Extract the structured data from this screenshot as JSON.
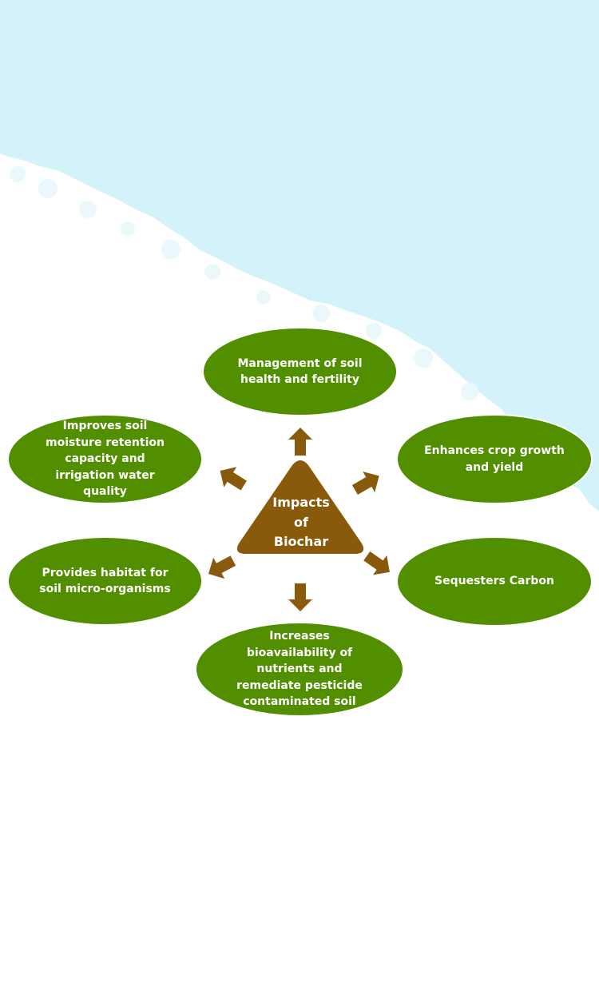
{
  "diagram": {
    "center": {
      "line1": "Impacts",
      "line2": "of",
      "line3": "Biochar"
    },
    "nodes": {
      "top": {
        "lines": [
          "Management of soil",
          "health and fertility"
        ]
      },
      "upper_right": {
        "lines": [
          "Enhances crop growth",
          "and yield"
        ]
      },
      "lower_right": {
        "lines": [
          "Sequesters Carbon"
        ]
      },
      "bottom": {
        "lines": [
          "Increases",
          "bioavailability of",
          "nutrients and",
          "remediate pesticide",
          "contaminated soil"
        ]
      },
      "lower_left": {
        "lines": [
          "Provides habitat for",
          "soil micro-organisms"
        ]
      },
      "upper_left": {
        "lines": [
          "Improves soil",
          "moisture retention",
          "capacity and",
          "irrigation water",
          "quality"
        ]
      }
    }
  },
  "colors": {
    "node_fill": "#528f00",
    "center_fill": "#8a5a0c",
    "arrow_fill": "#8a5a0c",
    "sky": "#d3f2fa",
    "text": "#ffffff"
  }
}
